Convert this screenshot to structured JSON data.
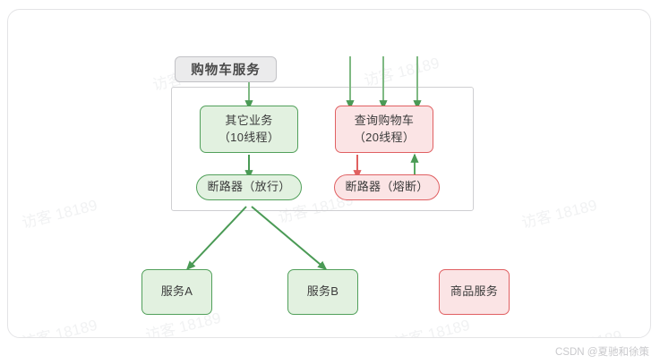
{
  "diagram": {
    "group": {
      "title": "购物车服务"
    },
    "nodes": {
      "other_business": {
        "line1": "其它业务",
        "line2": "（10线程）",
        "color": "#e2f1e0",
        "border": "#52a05b"
      },
      "query_cart": {
        "line1": "查询购物车",
        "line2": "（20线程）",
        "color": "#fbe4e5",
        "border": "#e06062"
      },
      "breaker_pass": {
        "label": "断路器（放行）",
        "color": "#e2f1e0",
        "border": "#52a05b"
      },
      "breaker_open": {
        "label": "断路器（熔断）",
        "color": "#fbe4e5",
        "border": "#e06062"
      },
      "service_a": {
        "label": "服务A",
        "color": "#e2f1e0",
        "border": "#52a05b"
      },
      "service_b": {
        "label": "服务B",
        "color": "#e2f1e0",
        "border": "#52a05b"
      },
      "product_service": {
        "label": "商品服务",
        "color": "#fbe4e5",
        "border": "#e06062"
      }
    },
    "edge_colors": {
      "green": "#4a9a55",
      "red": "#e0605f"
    }
  },
  "watermark": {
    "text": "访客 18189",
    "color": "#f1f2f3"
  },
  "footer": {
    "credit": "CSDN @夏驰和徐策"
  }
}
